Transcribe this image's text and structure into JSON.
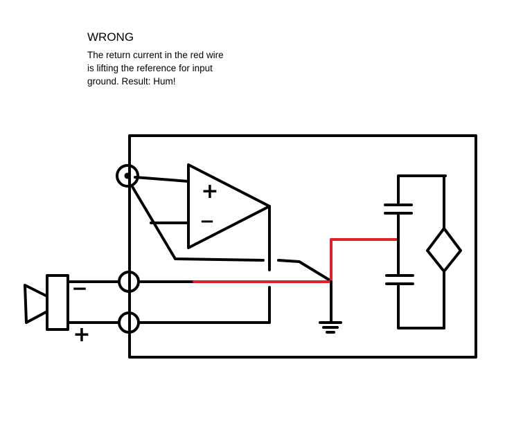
{
  "caption": {
    "title": "WRONG",
    "lines": [
      "The return current in the red wire",
      "is lifting the reference for input",
      "ground. Result: Hum!"
    ]
  },
  "opamp": {
    "plus_label": "+",
    "minus_label": "−"
  },
  "jack": {
    "minus_label": "−",
    "plus_label": "+"
  },
  "colors": {
    "ink": "#000000",
    "return_wire": "#e0202a"
  }
}
